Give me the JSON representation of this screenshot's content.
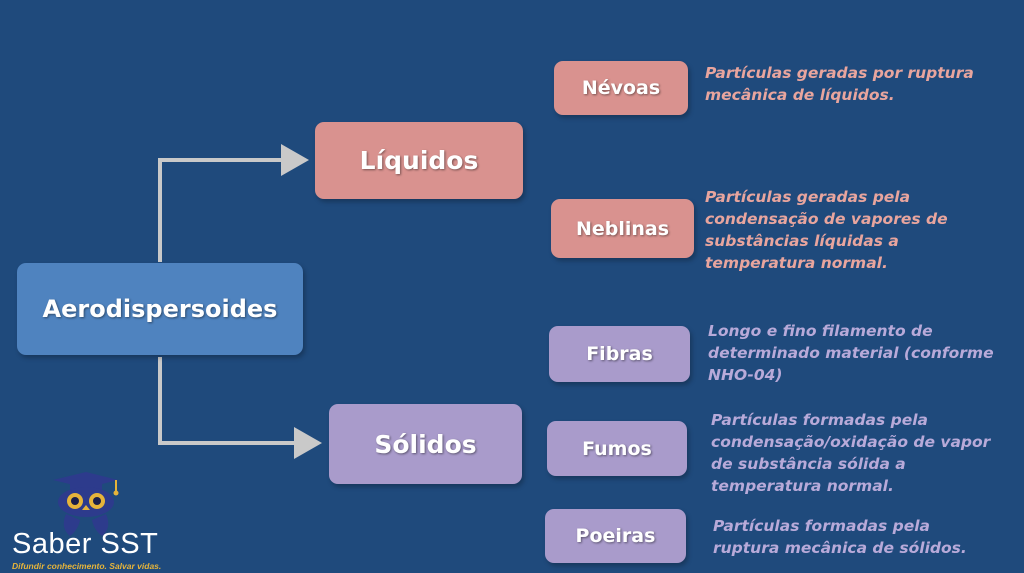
{
  "root": {
    "label": "Aerodispersoides"
  },
  "categories": [
    {
      "label": "Líquidos",
      "items": [
        {
          "label": "Névoas",
          "description": "Partículas geradas por ruptura\nmecânica de líquidos."
        },
        {
          "label": "Neblinas",
          "description": "Partículas geradas pela\ncondensação de vapores de\nsubstâncias líquidas a\ntemperatura normal."
        }
      ]
    },
    {
      "label": "Sólidos",
      "items": [
        {
          "label": "Fibras",
          "description": "Longo e fino filamento de\ndeterminado material (conforme\nNHO-04)"
        },
        {
          "label": "Fumos",
          "description": "Partículas formadas pela\ncondensação/oxidação de vapor\nde substância sólida a\ntemperatura normal."
        },
        {
          "label": "Poeiras",
          "description": "Partículas formadas pela\nruptura mecânica de sólidos."
        }
      ]
    }
  ],
  "logo": {
    "name": "Saber SST",
    "tagline": "Difundir conhecimento. Salvar vidas."
  },
  "colors": {
    "background": "#1f4a7c",
    "root": "#4f83bf",
    "liquid": "#d9928f",
    "solid": "#a99bcb",
    "connector": "#c9c9c9"
  }
}
